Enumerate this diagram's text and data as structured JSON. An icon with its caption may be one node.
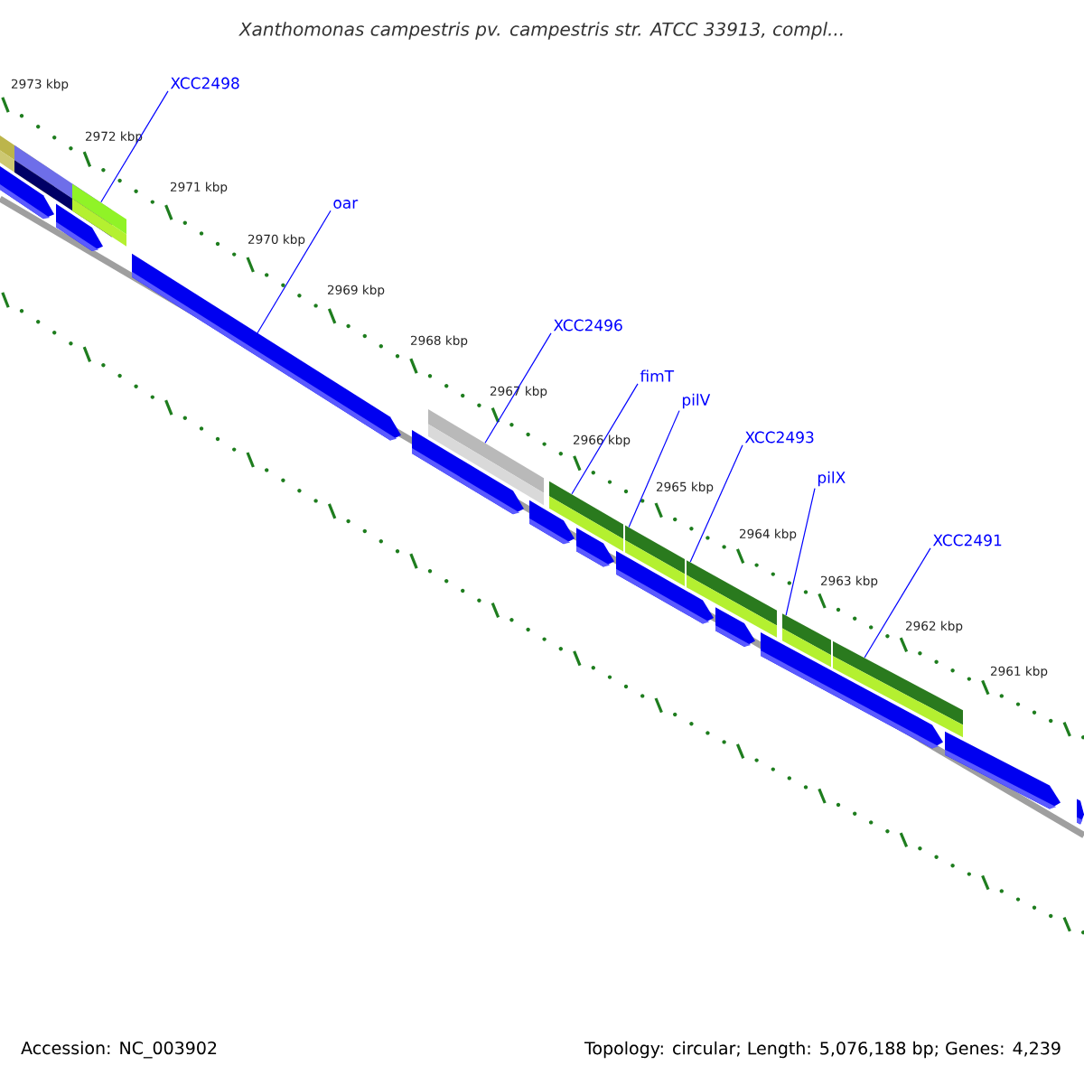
{
  "diagram": {
    "title": "Xanthomonas campestris pv. campestris str. ATCC 33913, compl...",
    "nodes": [
      {
        "text": [
          "XCC2498"
        ]
      },
      {
        "text": [
          "oar"
        ]
      },
      {
        "text": [
          "XCC2496"
        ]
      },
      {
        "text": [
          "fimT"
        ]
      },
      {
        "text": [
          "pilV"
        ]
      },
      {
        "text": [
          "XCC2493"
        ]
      },
      {
        "text": [
          "pilX"
        ]
      },
      {
        "text": [
          "XCC2491"
        ]
      },
      {
        "text": [],
        "shape": "arrow"
      },
      {
        "text": [],
        "shape": "bar"
      },
      {
        "text": [],
        "shape": "bar"
      },
      {
        "text": [],
        "shape": "arrow"
      },
      {
        "text": [],
        "shape": "bar"
      },
      {
        "text": [],
        "shape": "arrow"
      },
      {
        "text": [],
        "shape": "arrow"
      },
      {
        "text": [],
        "shape": "bar"
      },
      {
        "text": [],
        "shape": "arrow"
      },
      {
        "text": [],
        "shape": "bar"
      },
      {
        "text": [],
        "shape": "arrow"
      },
      {
        "text": [],
        "shape": "arrow"
      },
      {
        "text": [],
        "shape": "bar"
      },
      {
        "text": [],
        "shape": "arrow"
      },
      {
        "text": [],
        "shape": "bar"
      },
      {
        "text": [],
        "shape": "arrow"
      },
      {
        "text": [],
        "shape": "bar"
      },
      {
        "text": [],
        "shape": "bar"
      },
      {
        "text": [],
        "shape": "arrow"
      },
      {
        "text": [],
        "shape": "arrow"
      }
    ],
    "edges": [
      {
        "from": 0,
        "to": 12,
        "arrow": "none"
      },
      {
        "from": 1,
        "to": 13,
        "arrow": "none"
      },
      {
        "from": 2,
        "to": 15,
        "arrow": "none"
      },
      {
        "from": 3,
        "to": 17,
        "arrow": "none"
      },
      {
        "from": 4,
        "to": 20,
        "arrow": "none"
      },
      {
        "from": 5,
        "to": 22,
        "arrow": "none"
      },
      {
        "from": 6,
        "to": 24,
        "arrow": "none"
      },
      {
        "from": 7,
        "to": 25,
        "arrow": "none"
      }
    ],
    "labels": [
      "2973 kbp",
      "2972 kbp",
      "2971 kbp",
      "2970 kbp",
      "2969 kbp",
      "2968 kbp",
      "2967 kbp",
      "2966 kbp",
      "2965 kbp",
      "2964 kbp",
      "2963 kbp",
      "2962 kbp",
      "2961 kbp",
      "Accession: NC_003902",
      "Topology: circular; Length: 5,076,188 bp; Genes: 4,239"
    ]
  }
}
